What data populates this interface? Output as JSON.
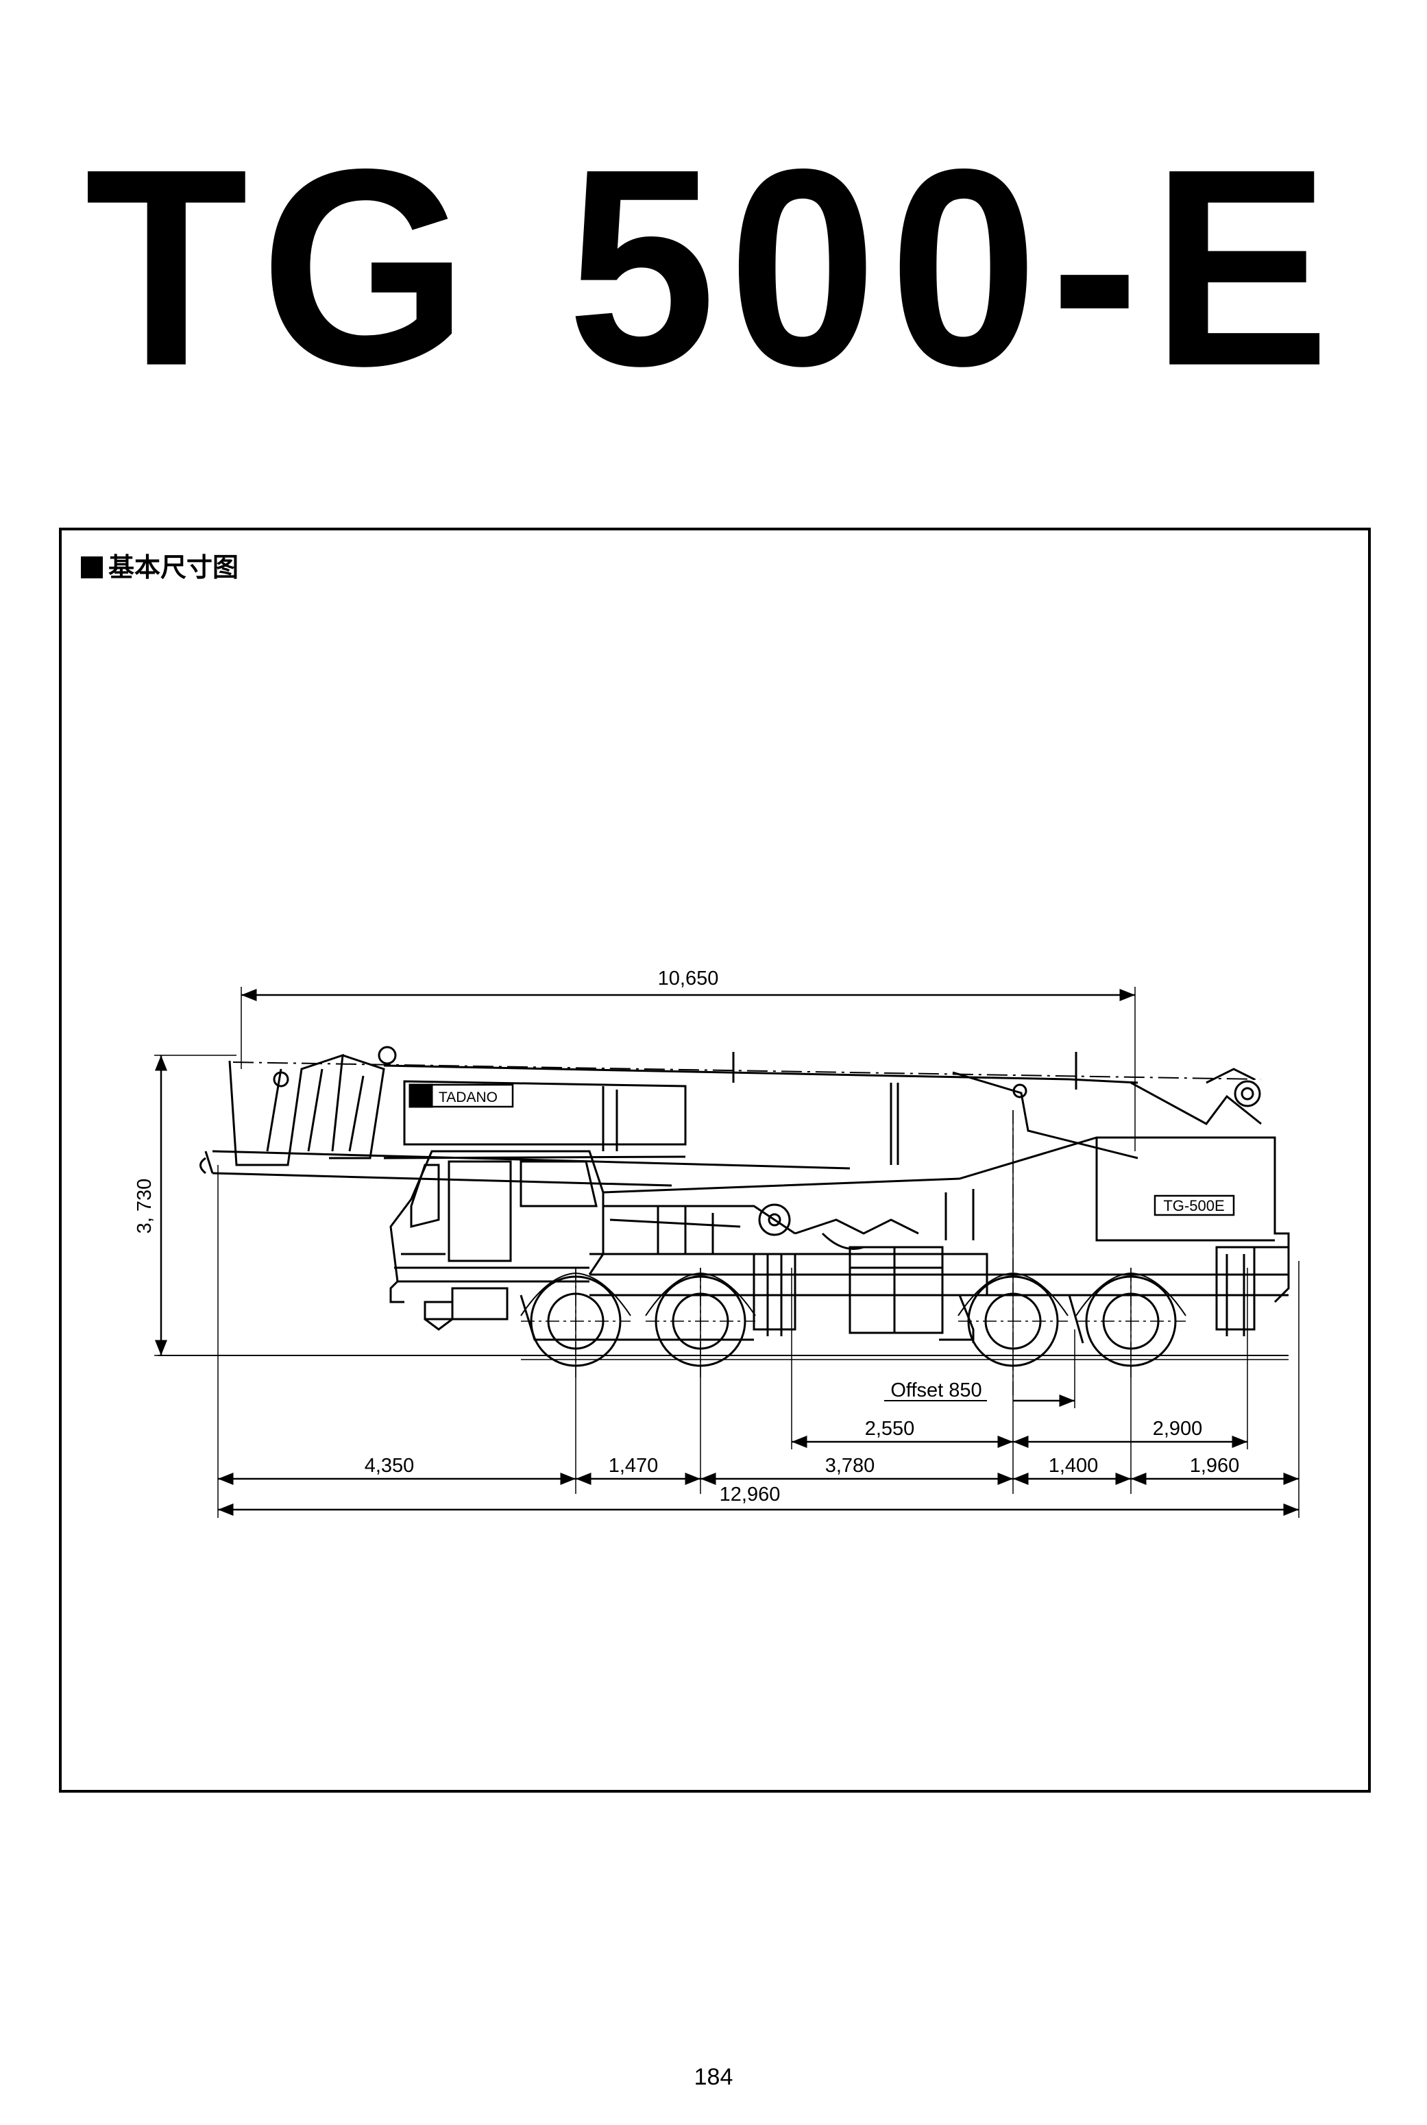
{
  "title": "TG 500-E",
  "section_heading": "基本尺寸图",
  "boom_brand": "TADANO",
  "model_plate": "TG-500E",
  "dimensions": {
    "boom_length": "10,650",
    "overall_height": "3, 730",
    "offset": "Offset 850",
    "d_2550": "2,550",
    "d_2900": "2,900",
    "d_4350": "4,350",
    "d_1470": "1,470",
    "d_3780": "3,780",
    "d_1400": "1,400",
    "d_1960": "1,960",
    "overall_length": "12,960"
  },
  "page_number": "184"
}
